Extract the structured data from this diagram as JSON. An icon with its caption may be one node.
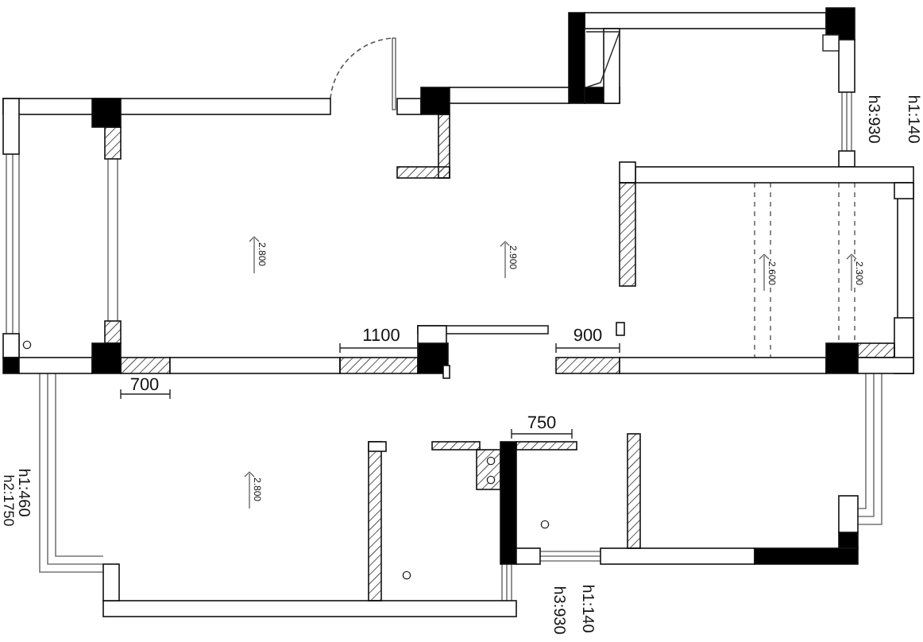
{
  "diagram": {
    "labels": [
      "h1:140",
      "h3:930",
      "2.800",
      "2.900",
      "2.600",
      "2.300",
      "1100",
      "900",
      "700",
      "750",
      "h1:460",
      "h2:1750",
      "2.800",
      "h3:930",
      "h1:140"
    ]
  }
}
